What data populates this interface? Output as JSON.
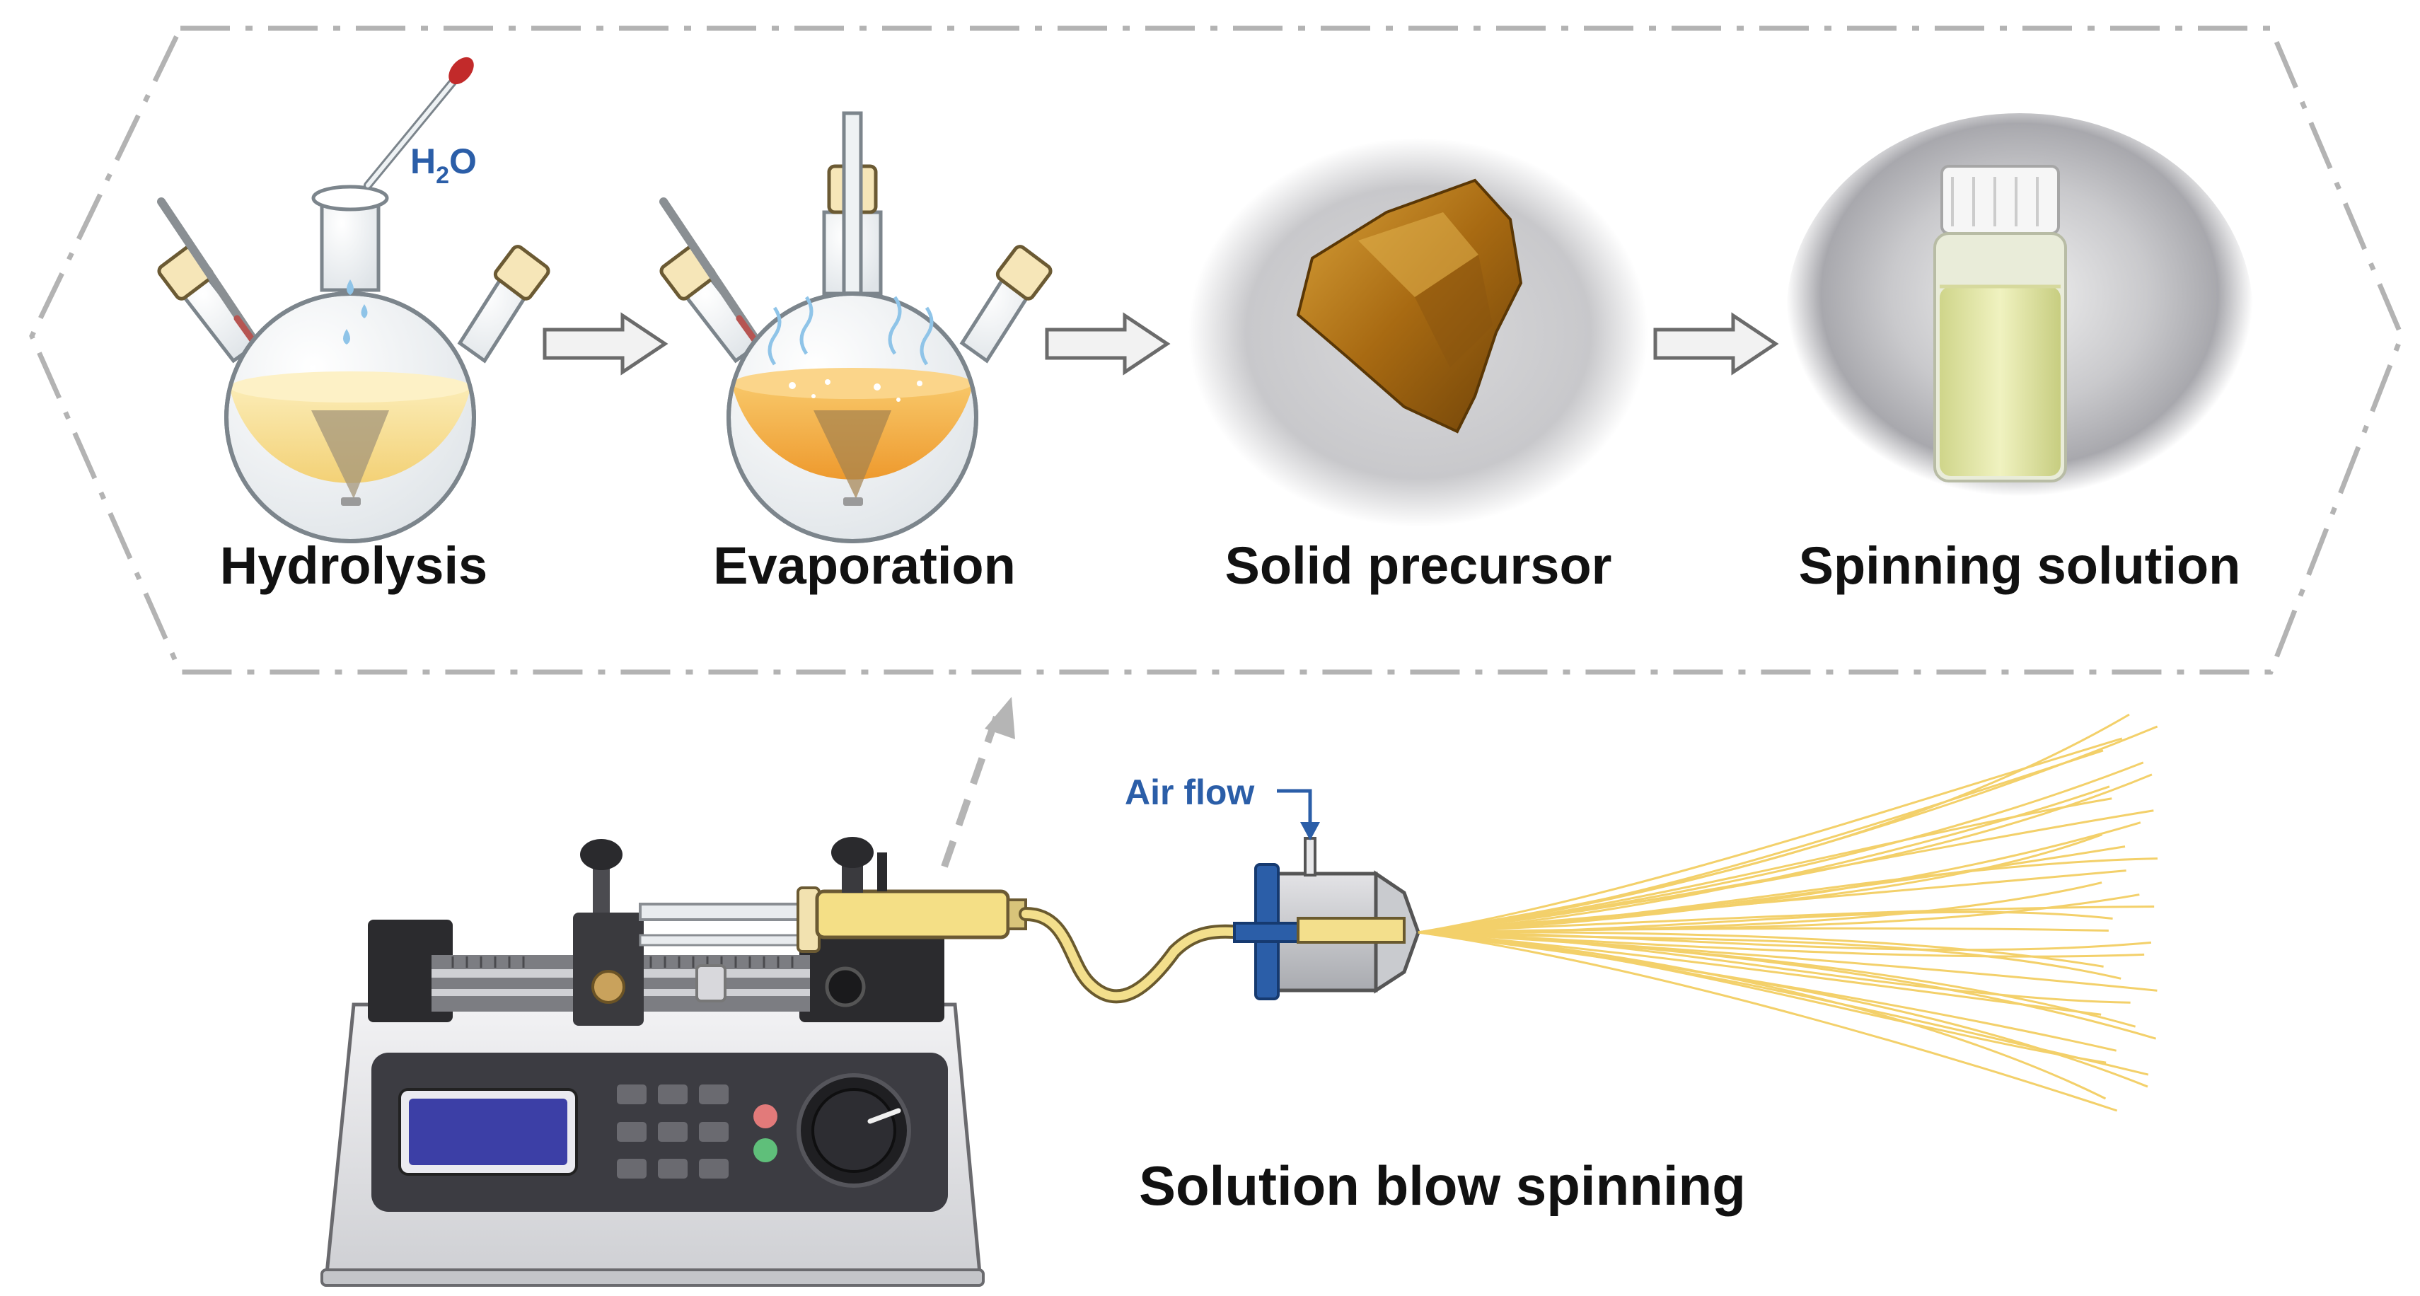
{
  "steps": [
    {
      "label": "Hydrolysis"
    },
    {
      "label": "Evaporation"
    },
    {
      "label": "Solid precursor"
    },
    {
      "label": "Spinning solution"
    }
  ],
  "reagent": {
    "prefix": "H",
    "subscript": "2",
    "suffix": "O"
  },
  "air_flow_label": "Air flow",
  "process_label": "Solution blow spinning",
  "colors": {
    "frame": "#b0b0b0",
    "air_blue": "#2b5ea8",
    "solution_yellow": "#f3d98a",
    "evap_orange": "#f2a33a",
    "fiber": "#f2cc5a",
    "pump_body": "#e4e4e6",
    "pump_panel": "#3c3c42",
    "lcd": "#3c3fa6"
  }
}
